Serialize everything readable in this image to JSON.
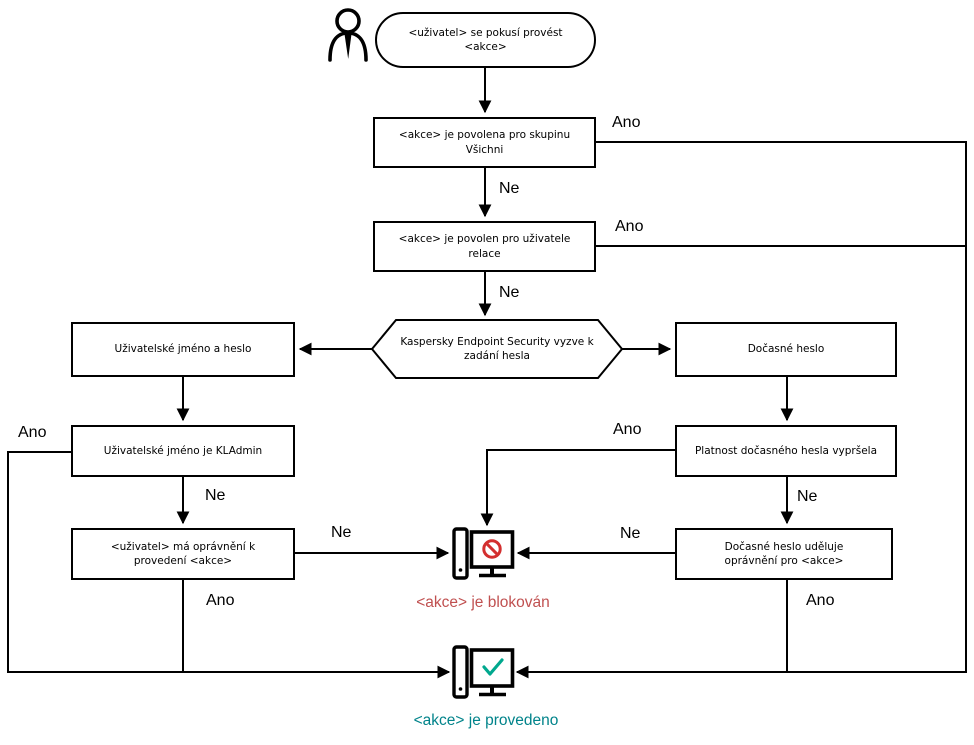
{
  "labels": {
    "yes": "Ano",
    "no": "Ne"
  },
  "nodes": {
    "start": "<uživatel> se pokusí provést <akce>",
    "allowed_for_everyone": "<akce> je povolena pro skupinu Všichni",
    "allowed_for_session_user": "<akce> je povolen pro uživatele relace",
    "password_prompt": "Kaspersky Endpoint Security vyzve k zadání hesla",
    "username_and_password": "Uživatelské jméno a heslo",
    "temporary_password": "Dočasné heslo",
    "username_is_kladmin": "Uživatelské jméno je KLAdmin",
    "user_has_permission": "<uživatel> má oprávnění k provedení <akce>",
    "temp_password_expired": "Platnost dočasného hesla vypršela",
    "temp_password_grants": "Dočasné heslo uděluje oprávnění pro <akce>"
  },
  "results": {
    "blocked": "<akce> je blokován",
    "performed": "<akce> je provedeno"
  },
  "colors": {
    "line": "#000000",
    "blocked_text": "#C05050",
    "performed_text": "#00838A",
    "prohibit_icon": "#D32F2F",
    "check_icon": "#00A88E"
  }
}
